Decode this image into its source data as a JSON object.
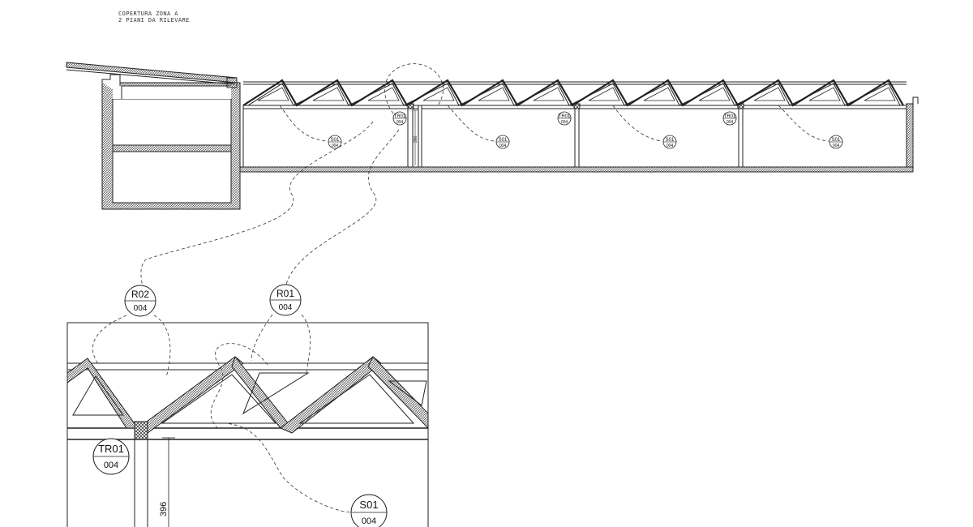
{
  "note": {
    "line1": "COPERTURA ZONA A",
    "line2": "2 PIANI DA RILEVARE"
  },
  "section_tags": [
    {
      "code": "TR01",
      "sheet": "004"
    },
    {
      "code": "S01",
      "sheet": "004"
    },
    {
      "code": "S01",
      "sheet": "004"
    },
    {
      "code": "TR01",
      "sheet": "004"
    },
    {
      "code": "S01",
      "sheet": "004"
    },
    {
      "code": "TR01",
      "sheet": "004"
    },
    {
      "code": "S01",
      "sheet": "004"
    }
  ],
  "section_dim": "396",
  "detail_tags": [
    {
      "code": "R02",
      "sheet": "004"
    },
    {
      "code": "R01",
      "sheet": "004"
    },
    {
      "code": "TR01",
      "sheet": "004"
    },
    {
      "code": "S01",
      "sheet": "004"
    }
  ],
  "detail_dim": "396"
}
